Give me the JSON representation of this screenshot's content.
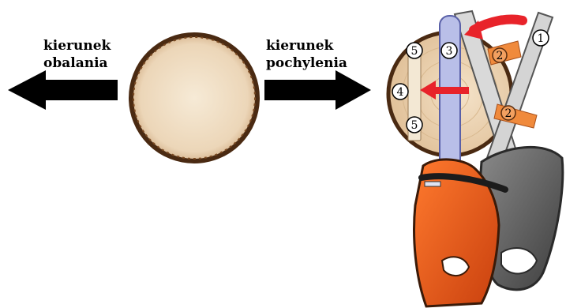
{
  "labels": {
    "felling_direction": [
      "kierunek",
      "obalania"
    ],
    "lean_direction": [
      "kierunek",
      "pochylenia"
    ]
  },
  "markers": {
    "m1": "1",
    "m2a": "2",
    "m2b": "2",
    "m3": "3",
    "m4": "4",
    "m5a": "5",
    "m5b": "5"
  },
  "colors": {
    "arrow": "#000000",
    "red_arrow": "#e8232a",
    "wood": "#f0dcc0",
    "bark": "#4a2a12",
    "saw_orange": "#e85a1c",
    "saw_gray": "#5e5e5e",
    "bar_blue": "#b9bfe8",
    "marker_orange": "#f08a3c"
  },
  "icons": [
    "left-arrow-icon",
    "right-arrow-icon",
    "log-cross-section-icon",
    "chainsaw-icon"
  ]
}
